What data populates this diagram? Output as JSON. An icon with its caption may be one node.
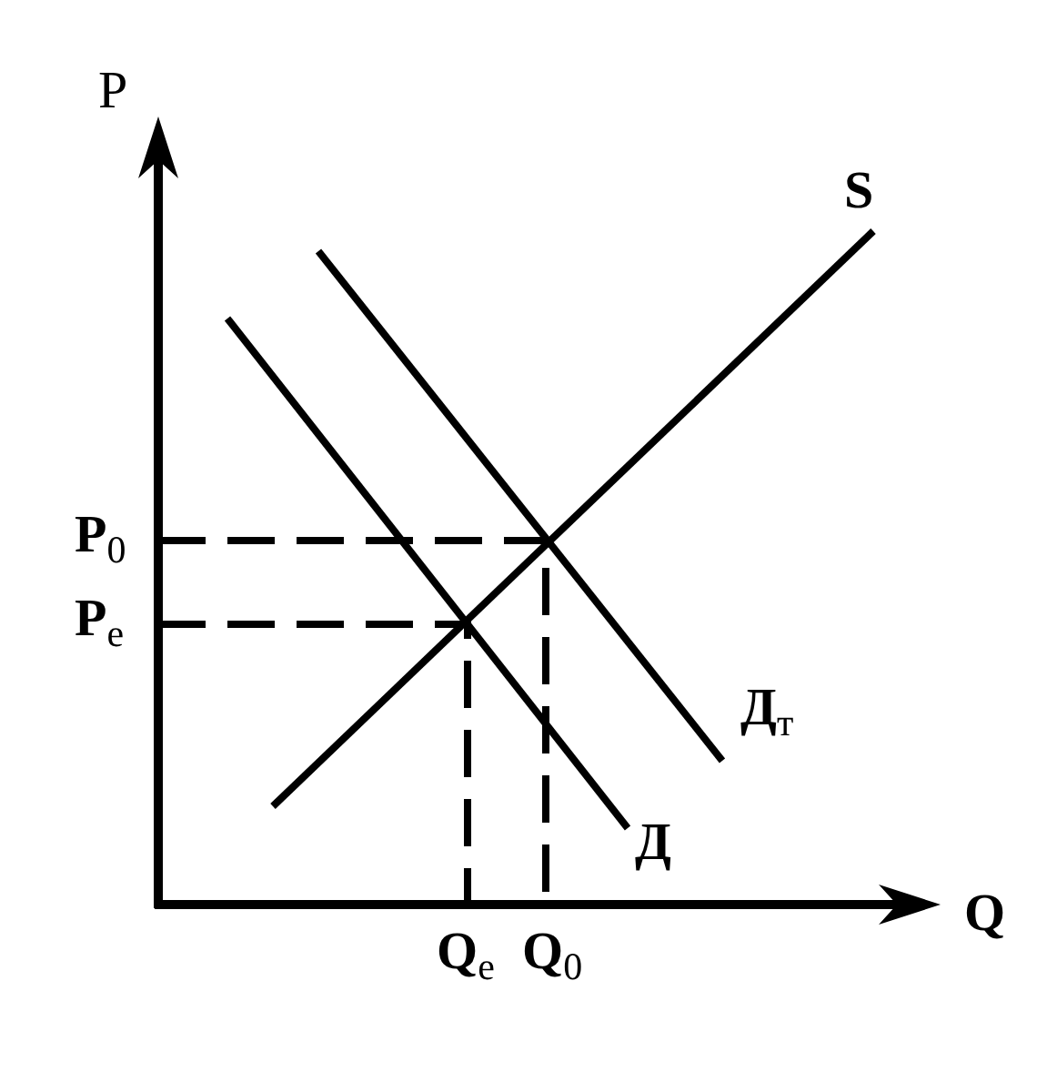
{
  "diagram": {
    "labels": [
      "P",
      "S",
      "P$_{0}$",
      "P$_{e}$",
      "Д$_{т}$",
      "Д",
      "Q",
      "Q$_{e}$",
      "Q$_{0}$"
    ]
  }
}
